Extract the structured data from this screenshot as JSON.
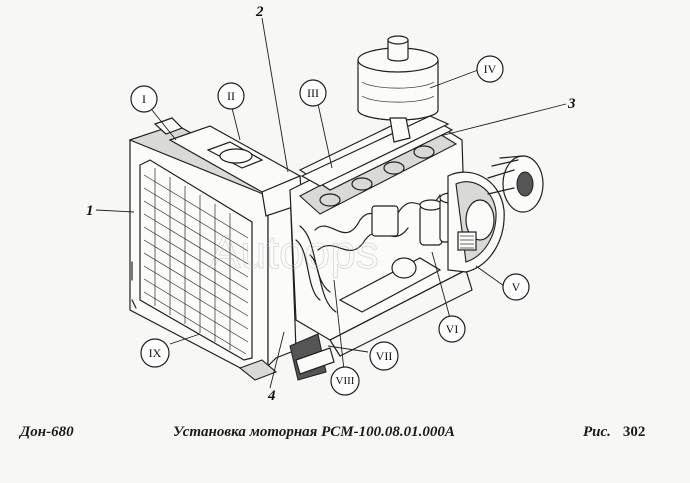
{
  "roman_labels": [
    "I",
    "II",
    "III",
    "IV",
    "V",
    "VI",
    "VII",
    "VIII",
    "IX"
  ],
  "arabic_labels": [
    "1",
    "2",
    "3",
    "4"
  ],
  "watermark": "Autoops",
  "caption": {
    "model": "Дон-680",
    "title": "Установка моторная РСМ-100.08.01.000А",
    "figure_prefix": "Рис.",
    "figure_number": "302"
  }
}
